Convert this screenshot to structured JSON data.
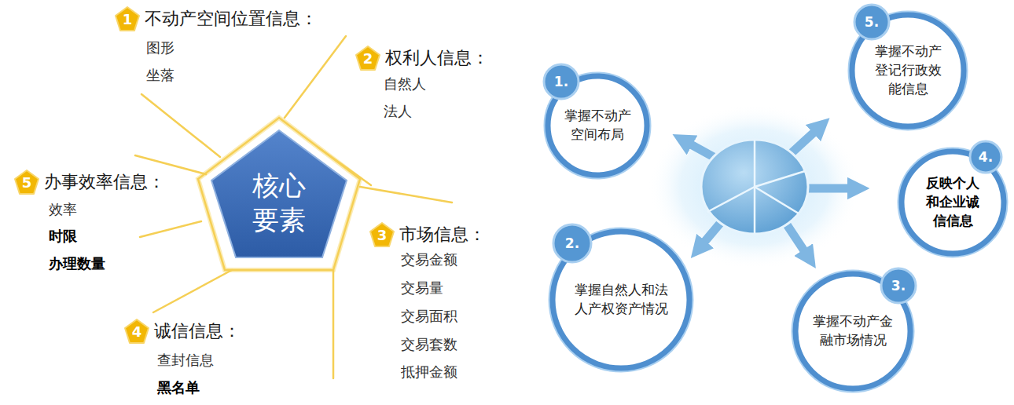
{
  "diagram": {
    "nodes": [
      {
        "text": [
          "核心 要素"
        ]
      },
      {
        "text": [
          "1",
          "不动产空间位置信息："
        ]
      },
      {
        "text": [
          "2",
          "权利人信息："
        ]
      },
      {
        "text": [
          "3",
          "市场信息："
        ]
      },
      {
        "text": [
          "4",
          "诚信信息："
        ]
      },
      {
        "text": [
          "5",
          "办事效率信息："
        ]
      },
      {
        "text": [
          "掌握不动产 空间布局"
        ]
      },
      {
        "text": [
          "1."
        ],
        "in": 6
      },
      {
        "text": [
          "掌握自然人和法 人产权资产情况"
        ]
      },
      {
        "text": [
          "2."
        ],
        "in": 8
      },
      {
        "text": [
          "掌握不动产金 融市场情况"
        ]
      },
      {
        "text": [
          "3."
        ],
        "in": 10
      },
      {
        "text": [
          "反映个人 和企业诚 信信息"
        ]
      },
      {
        "text": [
          "4."
        ],
        "in": 12
      },
      {
        "text": [
          "掌握不动产 登记行政效 能信息"
        ]
      },
      {
        "text": [
          "5."
        ],
        "in": 14
      }
    ],
    "labels": [
      "图形",
      "坐落",
      "自然人",
      "法人",
      "交易金额",
      "交易量",
      "交易面积",
      "交易套数",
      "抵押金额",
      "查封信息",
      "黑名单",
      "效率",
      "时限",
      "办理数量"
    ]
  }
}
